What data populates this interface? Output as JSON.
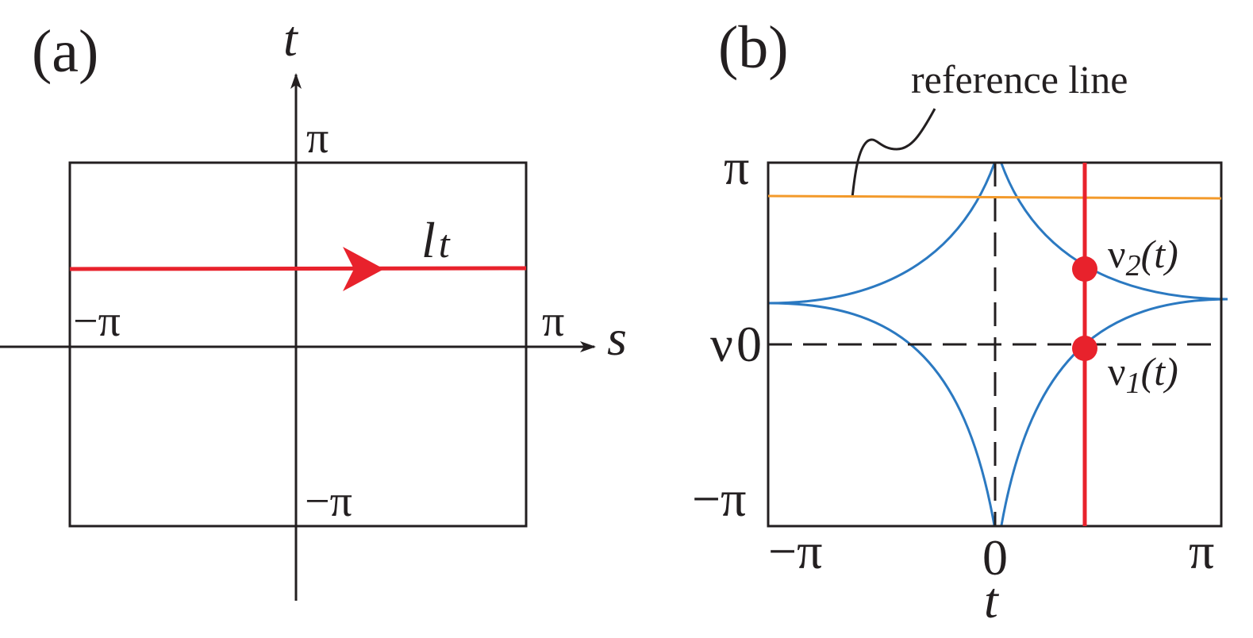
{
  "panel_a": {
    "label": "(a)",
    "axis_t": "t",
    "axis_s": "s",
    "tick_top": "π",
    "tick_bottom": "−π",
    "tick_left": "−π",
    "tick_right": "π",
    "path_label_main": "l",
    "path_label_sub": "t"
  },
  "panel_b": {
    "label": "(b)",
    "annotation": "reference line",
    "y_axis_symbol": "ν",
    "y_tick_top": "π",
    "y_tick_mid": "0",
    "y_tick_bottom": "−π",
    "x_tick_left": "−π",
    "x_tick_mid": "0",
    "x_tick_right": "π",
    "x_axis_label": "t",
    "nu2_prefix": "ν",
    "nu2_sub": "2",
    "nu2_suffix": "(t)",
    "nu1_prefix": "ν",
    "nu1_sub": "1",
    "nu1_suffix": "(t)"
  },
  "colors": {
    "axis": "#231f20",
    "red": "#e8222c",
    "blue": "#2b79c1",
    "orange": "#f39a2b"
  }
}
